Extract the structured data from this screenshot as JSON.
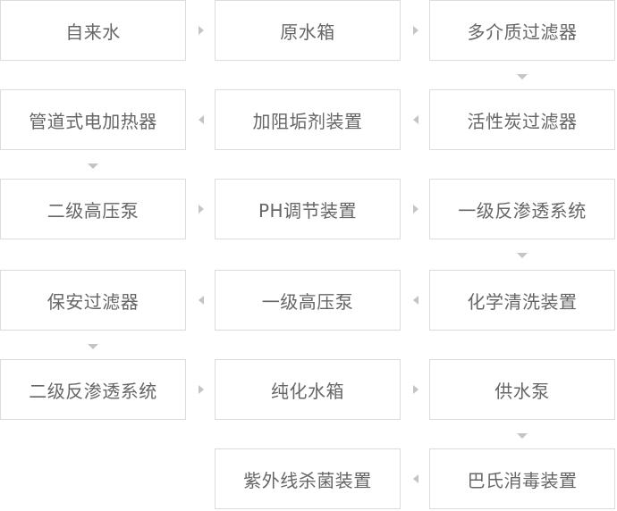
{
  "steps": [
    "自来水",
    "原水箱",
    "多介质过滤器",
    "活性炭过滤器",
    "加阻垢剂装置",
    "管道式电加热器",
    "二级高压泵",
    "PH调节装置",
    "一级反渗透系统",
    "化学清洗装置",
    "一级高压泵",
    "保安过滤器",
    "二级反渗透系统",
    "纯化水箱",
    "供水泵",
    "巴氏消毒装置",
    "紫外线杀菌装置"
  ],
  "colors": {
    "box_border": "#dcdcdc",
    "text": "#666666",
    "arrow": "#c4c4c4"
  }
}
